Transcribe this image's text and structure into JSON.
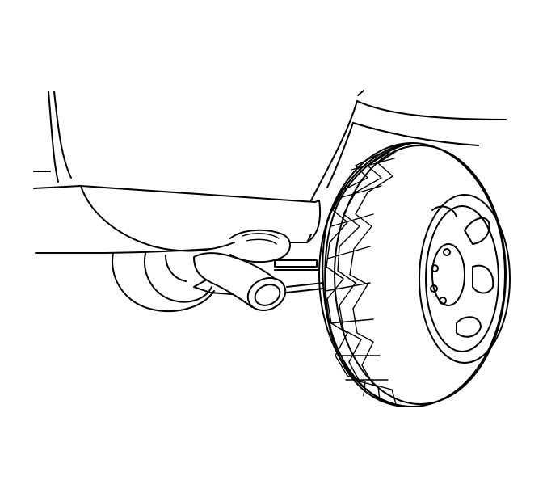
{
  "figure": {
    "subject": "",
    "colors": {
      "background": "#ffffff",
      "line": "#000000"
    },
    "parts": [
      {
        "name": "rear-body-panel"
      },
      {
        "name": "bumper-underbody"
      },
      {
        "name": "spare-tire-far"
      },
      {
        "name": "exhaust-tailpipe"
      },
      {
        "name": "exhaust-hanger-bracket"
      },
      {
        "name": "rear-tire"
      },
      {
        "name": "wheel-rim"
      },
      {
        "name": "lug-nuts"
      }
    ]
  }
}
